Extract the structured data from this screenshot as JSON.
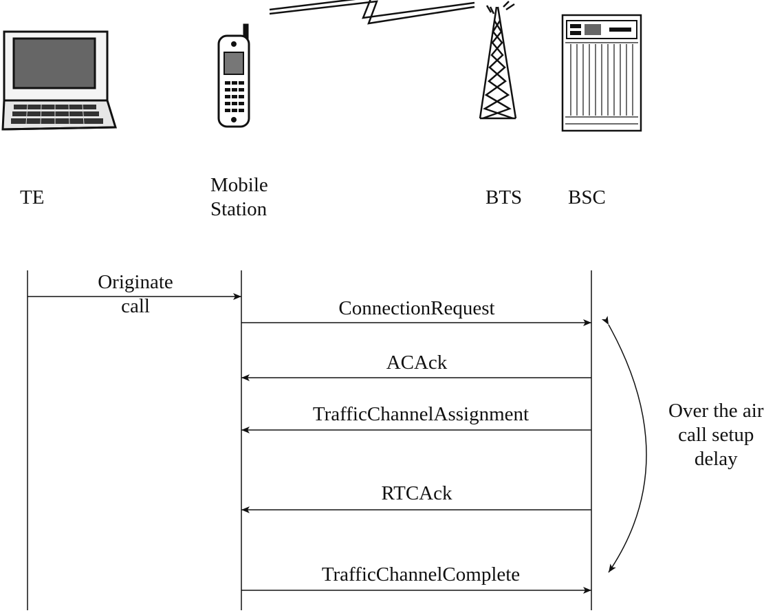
{
  "entities": [
    {
      "id": "te",
      "label": "TE",
      "icon": "laptop-icon"
    },
    {
      "id": "ms",
      "label_lines": [
        "Mobile",
        "Station"
      ],
      "icon": "mobile-phone-icon"
    },
    {
      "id": "bts",
      "label": "BTS",
      "icon": "cell-tower-icon"
    },
    {
      "id": "bsc",
      "label": "BSC",
      "icon": "equipment-rack-icon"
    }
  ],
  "radio_link_icon": "lightning-bolt-icon",
  "messages": [
    {
      "label_lines": [
        "Originate",
        "call"
      ],
      "from": "TE",
      "to": "Mobile Station"
    },
    {
      "label": "ConnectionRequest",
      "from": "Mobile Station",
      "to": "BSC"
    },
    {
      "label": "ACAck",
      "from": "BSC",
      "to": "Mobile Station"
    },
    {
      "label": "TrafficChannelAssignment",
      "from": "BSC",
      "to": "Mobile Station"
    },
    {
      "label": "RTCAck",
      "from": "BSC",
      "to": "Mobile Station"
    },
    {
      "label": "TrafficChannelComplete",
      "from": "Mobile Station",
      "to": "BSC"
    }
  ],
  "annotation": {
    "lines": [
      "Over the air",
      "call setup",
      "delay"
    ],
    "icon": "double-headed-curved-arrow-icon"
  }
}
